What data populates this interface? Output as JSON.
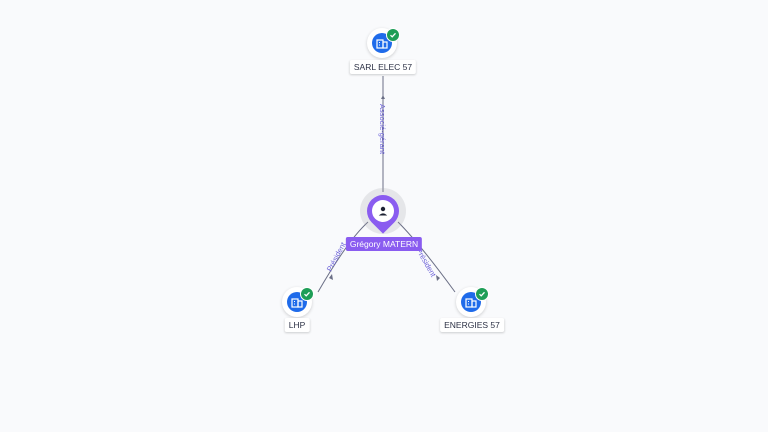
{
  "colors": {
    "person": "#8a5cf0",
    "company": "#1f6bea",
    "verified": "#1e9e57",
    "edge": "#6b6f86",
    "edge_label": "#6a5fd8"
  },
  "person": {
    "name": "Grégory MATERN",
    "icon": "user-icon"
  },
  "companies": [
    {
      "name": "SARL ELEC 57",
      "icon": "building-icon",
      "badge": "check-icon"
    },
    {
      "name": "LHP",
      "icon": "building-icon",
      "badge": "check-icon"
    },
    {
      "name": "ENERGIES 57",
      "icon": "building-icon",
      "badge": "check-icon"
    }
  ],
  "edges": [
    {
      "label": "Associé-gérant"
    },
    {
      "label": "Président"
    },
    {
      "label": "Président"
    }
  ]
}
